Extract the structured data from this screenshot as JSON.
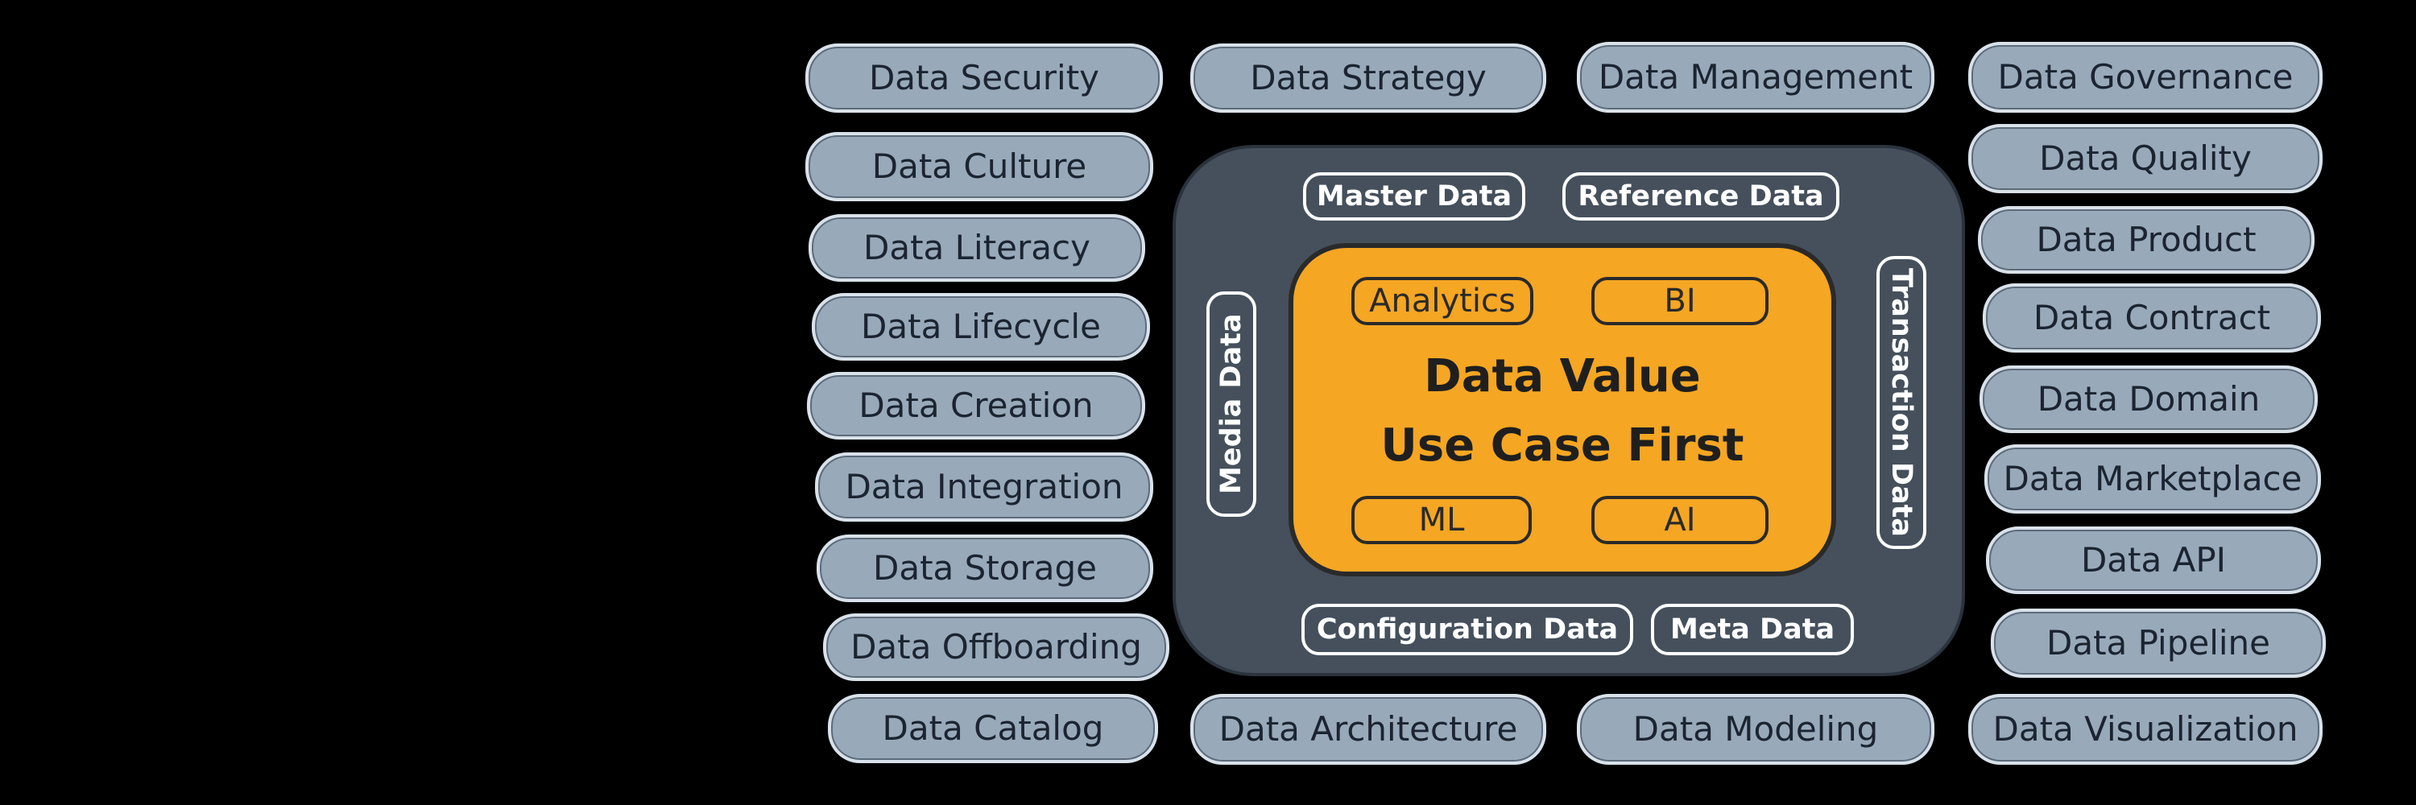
{
  "colors": {
    "background": "#000000",
    "pill_fill": "#98a9ba",
    "pill_text": "#1b2430",
    "core_fill": "#45505c",
    "core_text": "#ffffff",
    "value_fill": "#f5a623",
    "value_text": "#1f1f1f"
  },
  "left_column": [
    "Data Security",
    "Data Culture",
    "Data Literacy",
    "Data Lifecycle",
    "Data Creation",
    "Data Integration",
    "Data Storage",
    "Data Offboarding",
    "Data Catalog"
  ],
  "right_column": [
    "Data Governance",
    "Data Quality",
    "Data Product",
    "Data Contract",
    "Data Domain",
    "Data Marketplace",
    "Data API",
    "Data Pipeline",
    "Data Visualization"
  ],
  "top_row": [
    "Data Strategy",
    "Data Management"
  ],
  "bottom_row": [
    "Data Architecture",
    "Data Modeling"
  ],
  "core": {
    "top": [
      "Master Data",
      "Reference Data"
    ],
    "bottom": [
      "Configuration Data",
      "Meta Data"
    ],
    "left": "Media Data",
    "right": "Transaction Data"
  },
  "value": {
    "line1": "Data Value",
    "line2": "Use Case First",
    "tags": [
      "Analytics",
      "BI",
      "ML",
      "AI"
    ]
  }
}
